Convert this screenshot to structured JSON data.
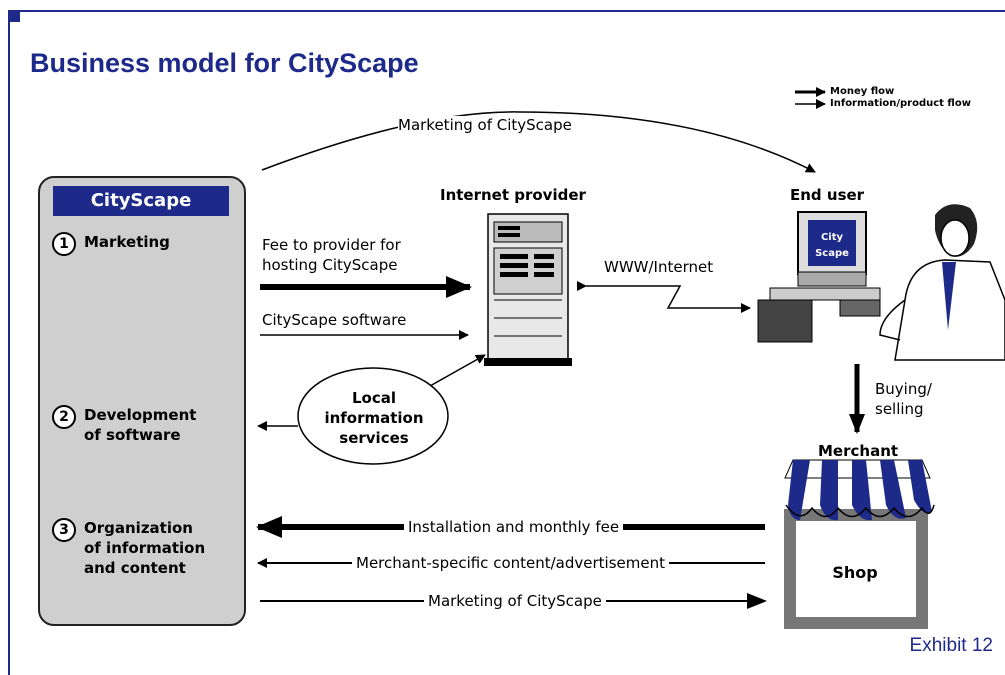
{
  "title": "Business model for CityScape",
  "legend": {
    "money_flow": "Money flow",
    "info_flow": "Information/product flow"
  },
  "top_arc_label": "Marketing of CityScape",
  "internet_provider": "Internet provider",
  "end_user": "End user",
  "www_internet": "WWW/Internet",
  "fee_label_line1": "Fee to provider for",
  "fee_label_line2": "hosting CityScape",
  "software_label": "CityScape software",
  "local_info": [
    "Local",
    "information",
    "services"
  ],
  "buying_selling_line1": "Buying/",
  "buying_selling_line2": "selling",
  "merchant": "Merchant",
  "shop": "Shop",
  "panel": {
    "title": "CityScape",
    "items": [
      {
        "num": "1",
        "lines": [
          "Marketing"
        ]
      },
      {
        "num": "2",
        "lines": [
          "Development",
          "of software"
        ]
      },
      {
        "num": "3",
        "lines": [
          "Organization",
          "of information",
          "and content"
        ]
      }
    ]
  },
  "bottom_flows": {
    "installation": "Installation and monthly fee",
    "merchant_content": "Merchant-specific content/advertisement",
    "marketing": "Marketing of CityScape"
  },
  "monitor_text": "City Scape",
  "exhibit": "Exhibit 12"
}
